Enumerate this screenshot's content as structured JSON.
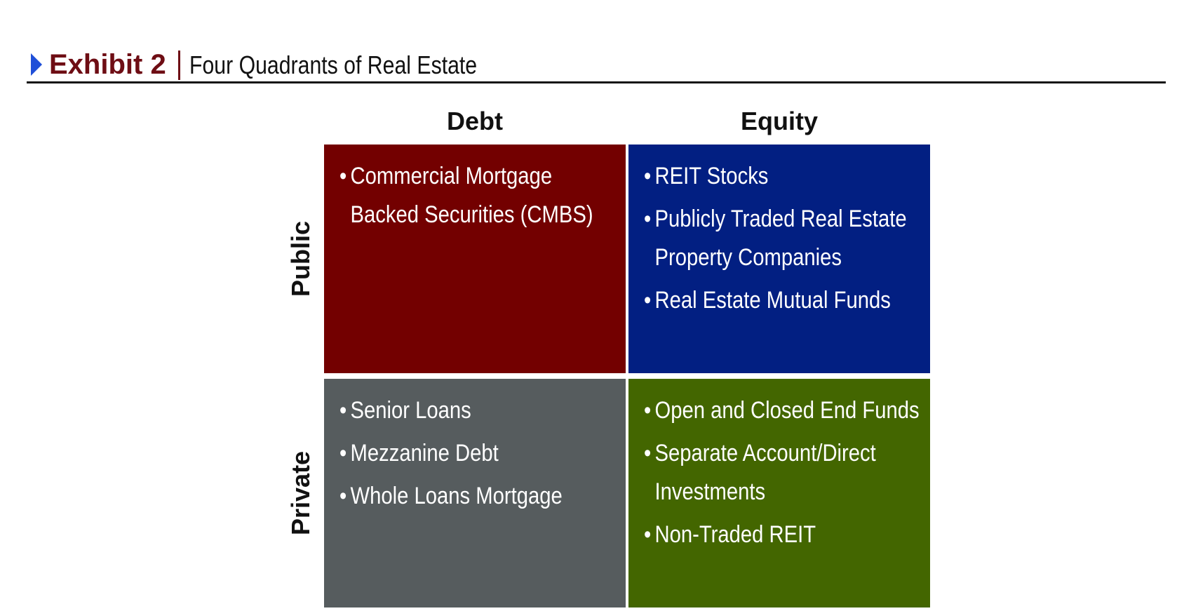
{
  "header": {
    "exhibit_label": "Exhibit 2",
    "title": "Four Quadrants of Real Estate"
  },
  "columns": [
    "Debt",
    "Equity"
  ],
  "rows": [
    "Public",
    "Private"
  ],
  "quadrants": {
    "public_debt": {
      "color": "#730000",
      "items": [
        "Commercial Mortgage Backed Securities (CMBS)"
      ]
    },
    "public_equity": {
      "color": "#021f82",
      "items": [
        "REIT Stocks",
        "Publicly Traded Real Estate Property Companies",
        "Real Estate Mutual Funds"
      ]
    },
    "private_debt": {
      "color": "#565c5e",
      "items": [
        "Senior Loans",
        "Mezzanine Debt",
        "Whole Loans Mortgage"
      ]
    },
    "private_equity": {
      "color": "#436600",
      "items": [
        "Open and Closed End Funds",
        "Separate Account/Direct Investments",
        "Non-Traded REIT"
      ]
    }
  },
  "colors": {
    "exhibit_accent": "#6e0d14",
    "marker": "#1f4fd8"
  }
}
